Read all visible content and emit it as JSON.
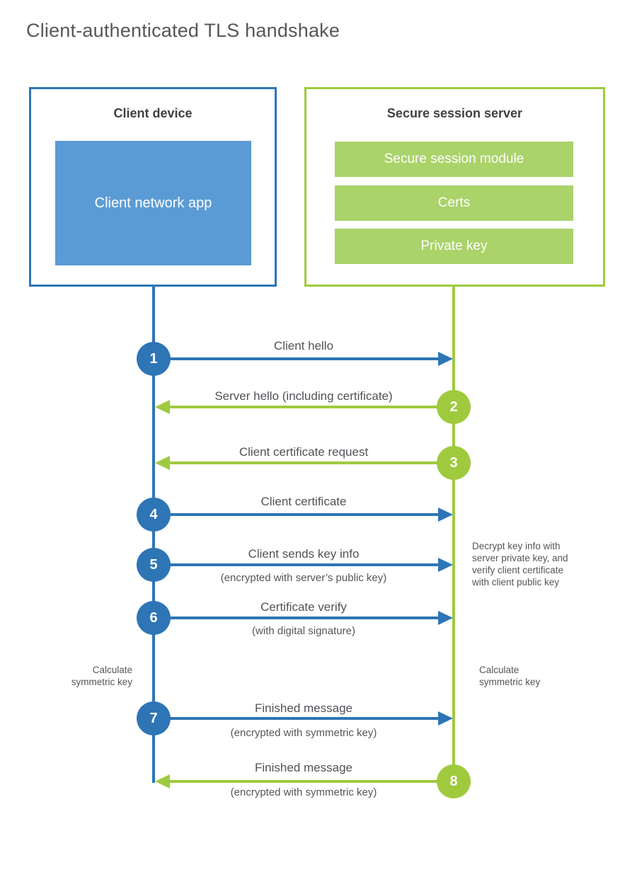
{
  "title": "Client-authenticated TLS handshake",
  "client": {
    "title": "Client device",
    "app_label": "Client network app"
  },
  "server": {
    "title": "Secure session server",
    "modules": {
      "m1": "Secure session module",
      "m2": "Certs",
      "m3": "Private key"
    }
  },
  "steps": {
    "s1": {
      "num": "1",
      "label": "Client hello",
      "direction": "client-to-server"
    },
    "s2": {
      "num": "2",
      "label": "Server hello (including certificate)",
      "direction": "server-to-client"
    },
    "s3": {
      "num": "3",
      "label": "Client certificate request",
      "direction": "server-to-client"
    },
    "s4": {
      "num": "4",
      "label": "Client certificate",
      "direction": "client-to-server"
    },
    "s5": {
      "num": "5",
      "label": "Client sends key info",
      "sub": "(encrypted with server’s public key)",
      "direction": "client-to-server"
    },
    "s6": {
      "num": "6",
      "label": "Certificate verify",
      "sub": "(with digital signature)",
      "direction": "client-to-server"
    },
    "s7": {
      "num": "7",
      "label": "Finished message",
      "sub": "(encrypted with symmetric key)",
      "direction": "client-to-server"
    },
    "s8": {
      "num": "8",
      "label": "Finished message",
      "sub": "(encrypted with symmetric key)",
      "direction": "server-to-client"
    }
  },
  "annotations": {
    "decrypt": "Decrypt key info with server private key, and verify client certificate with client public key",
    "calc_left": "Calculate symmetric key",
    "calc_right": "Calculate symmetric key"
  },
  "colors": {
    "blue": "#2e75b6",
    "blue_light": "#5b9bd5",
    "green": "#9fca3e",
    "green_light": "#aad36a"
  }
}
